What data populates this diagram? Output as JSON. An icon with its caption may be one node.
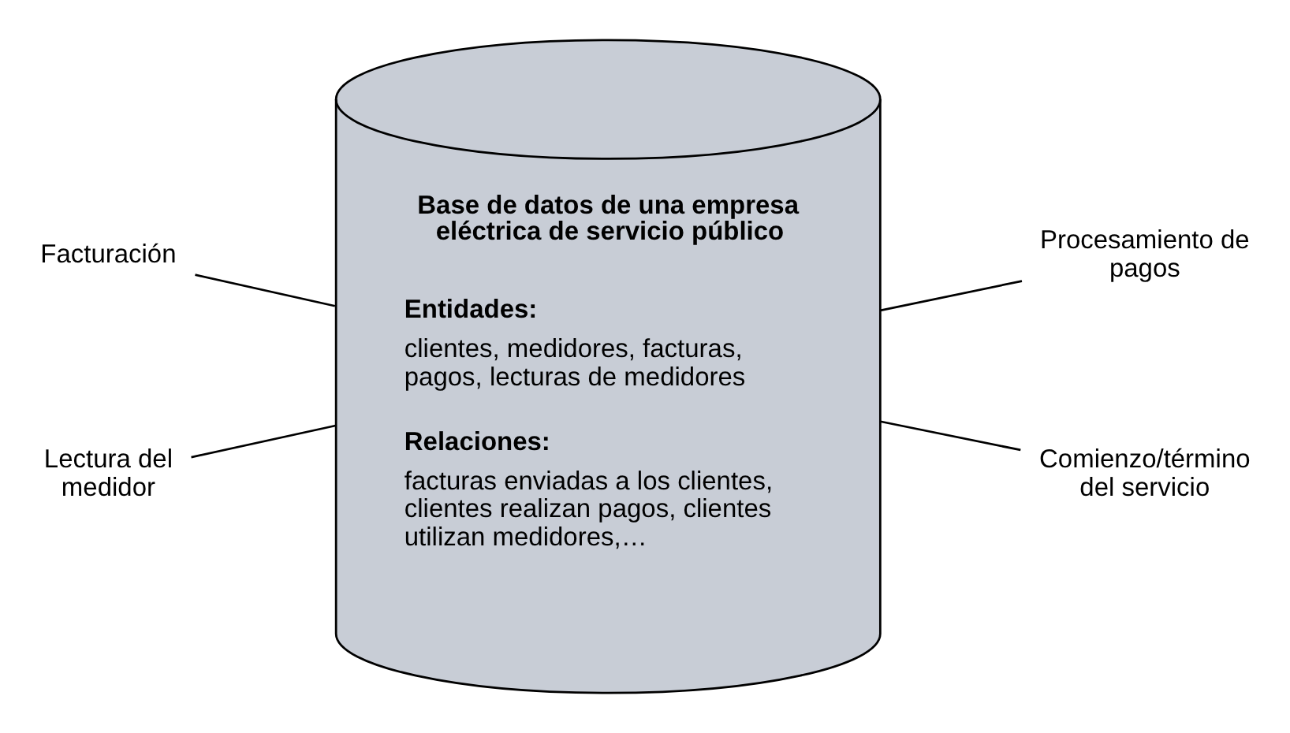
{
  "diagram": {
    "nodes": [
      {
        "text": [
          "Facturación"
        ]
      },
      {
        "text": [
          "Lectura del medidor"
        ]
      },
      {
        "text": [
          "Base de datos de una empresa eléctrica de servicio público",
          "Entidades:",
          "clientes, medidores, facturas, pagos, lecturas de medidores",
          "Relaciones:",
          "facturas enviadas a los clientes, clientes realizan pagos, clientes utilizan medidores,…"
        ]
      },
      {
        "text": [
          "Procesamiento de pagos"
        ]
      },
      {
        "text": [
          "Comienzo/término del servicio"
        ]
      }
    ],
    "edges": [
      {
        "from": 0,
        "to": 2,
        "arrow": "none"
      },
      {
        "from": 1,
        "to": 2,
        "arrow": "none"
      },
      {
        "from": 2,
        "to": 3,
        "arrow": "none"
      },
      {
        "from": 2,
        "to": 4,
        "arrow": "none"
      }
    ]
  }
}
